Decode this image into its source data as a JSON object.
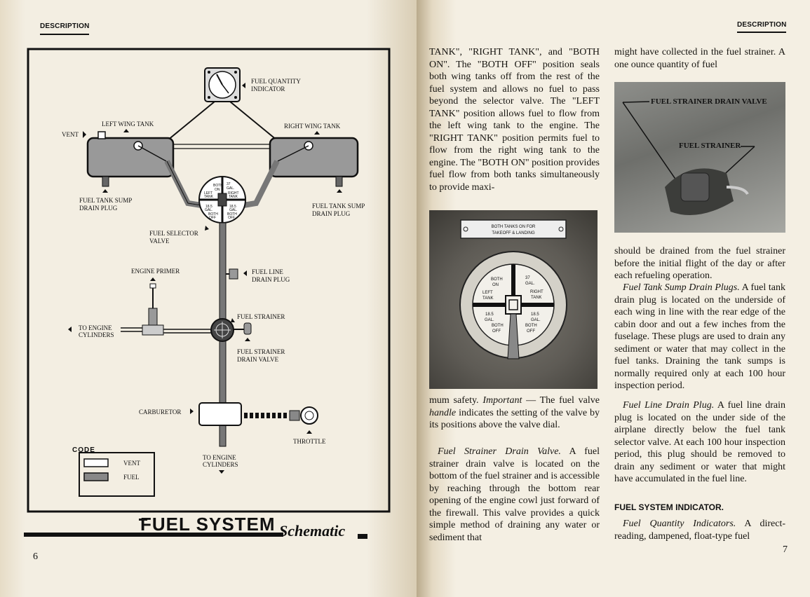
{
  "left_page": {
    "header": "DESCRIPTION",
    "page_number": "6",
    "diagram": {
      "labels": {
        "fuel_quantity_indicator": [
          "FUEL QUANTITY",
          "INDICATOR"
        ],
        "left_wing_tank": "LEFT WING TANK",
        "right_wing_tank": "RIGHT WING TANK",
        "vent": "VENT",
        "fuel_tank_sump_left": [
          "FUEL TANK SUMP",
          "DRAIN PLUG"
        ],
        "fuel_tank_sump_right": [
          "FUEL TANK SUMP",
          "DRAIN PLUG"
        ],
        "fuel_selector_valve": [
          "FUEL SELECTOR",
          "VALVE"
        ],
        "engine_primer": "ENGINE PRIMER",
        "fuel_line_drain_plug": [
          "FUEL LINE",
          "DRAIN PLUG"
        ],
        "fuel_strainer": "FUEL STRAINER",
        "to_engine_cylinders_left": [
          "TO ENGINE",
          "CYLINDERS"
        ],
        "fuel_strainer_drain_valve": [
          "FUEL STRAINER",
          "DRAIN VALVE"
        ],
        "carburetor": "CARBURETOR",
        "throttle": "THROTTLE",
        "to_engine_cylinders_bottom": [
          "TO ENGINE",
          "CYLINDERS"
        ],
        "selector_dial": [
          "BOTH",
          "ON",
          "37",
          "GAL.",
          "RIGHT",
          "TANK",
          "LEFT",
          "TANK",
          "18.5",
          "GAL.",
          "18.5",
          "GAL.",
          "BOTH",
          "OFF",
          "BOTH",
          "OFF"
        ]
      },
      "code_legend": {
        "title": "CODE",
        "items": [
          "VENT",
          "FUEL"
        ]
      },
      "title_main": "FUEL SYSTEM",
      "title_script": "Schematic"
    }
  },
  "right_page": {
    "header": "DESCRIPTION",
    "page_number": "7",
    "col1_top": [
      "TANK\", \"RIGHT TANK\", and \"BOTH ON\". The \"BOTH OFF\" position seals both wing tanks off from the rest of the fuel system and allows no fuel to pass beyond the selector valve. The \"LEFT TANK\" position allows fuel to flow from the left wing tank to the engine. The \"RIGHT TANK\" position permits fuel to flow from the right wing tank to the engine. The \"BOTH ON\" position provides fuel flow from both tanks simultaneously to provide maxi-"
    ],
    "selector_photo": {
      "placard": [
        "BOTH TANKS ON FOR",
        "TAKEOFF & LANDING"
      ],
      "dial_labels": [
        "BOTH",
        "ON",
        "37",
        "GAL.",
        "RIGHT",
        "TANK",
        "LEFT",
        "TANK",
        "18.5",
        "GAL.",
        "18.5",
        "GAL.",
        "BOTH",
        "OFF",
        "BOTH",
        "OFF"
      ]
    },
    "col1_bottom": {
      "p1_a": "mum safety.",
      "p1_important": "Important",
      "p1_b": "— The fuel valve",
      "p1_handle": "handle",
      "p1_c": "indicates the setting of the valve by its positions above the valve dial.",
      "p2_title": "Fuel Strainer Drain Valve.",
      "p2_text": "A fuel strainer drain valve is located on the bottom of the fuel strainer and is accessible by reaching through the bottom rear opening of the engine cowl just forward of the firewall. This valve provides a quick simple method of draining any water or sediment that"
    },
    "col2_top": "might have collected in the fuel strainer. A one ounce quantity of fuel",
    "strainer_photo": {
      "label1": "FUEL STRAINER DRAIN VALVE",
      "label2": "FUEL STRAINER"
    },
    "col2_bottom": {
      "p1": "should be drained from the fuel strainer before the initial flight of the day or after each refueling operation.",
      "p2_title": "Fuel Tank Sump Drain Plugs.",
      "p2_text": "A fuel tank drain plug is located on the underside of each wing in line with the rear edge of the cabin door and out a few inches from the fuselage. These plugs are used to drain any sediment or water that may collect in the fuel tanks. Draining the tank sumps is normally required only at each 100 hour inspection period.",
      "p3_title": "Fuel Line Drain Plug.",
      "p3_text": "A fuel line drain plug is located on the under side of the airplane directly below the fuel tank selector valve. At each 100 hour inspection period, this plug should be removed to drain any sediment or water that might have accumulated in the fuel line."
    },
    "section_heading": "FUEL SYSTEM INDICATOR.",
    "col2_end": {
      "title": "Fuel Quantity Indicators.",
      "text": "A direct-reading, dampened, float-type fuel"
    }
  }
}
